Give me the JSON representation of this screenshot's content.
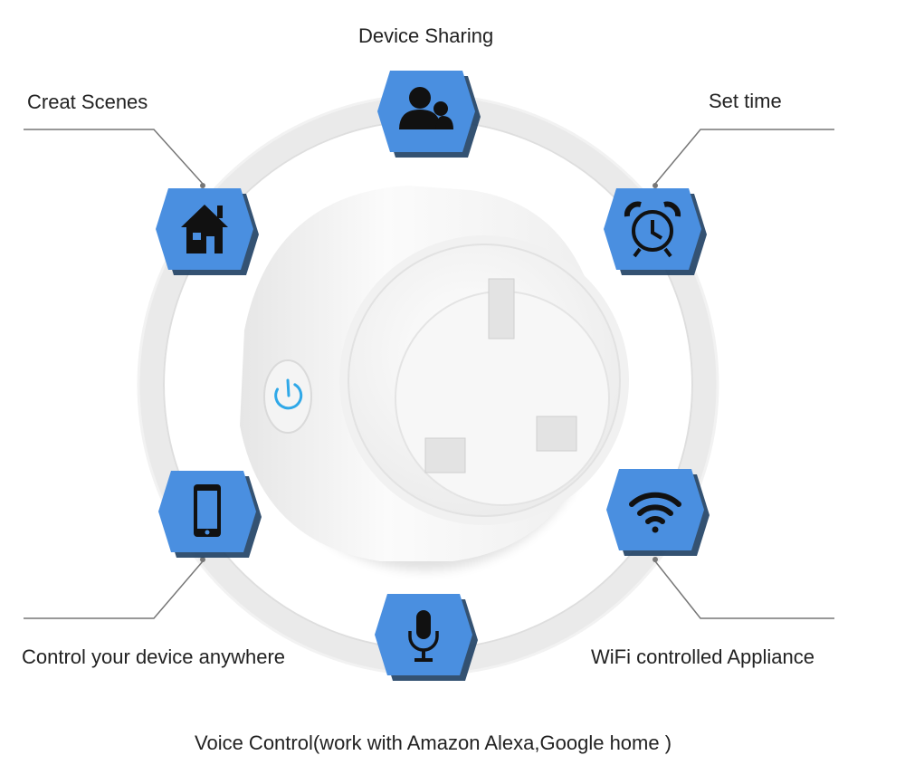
{
  "features": {
    "device_sharing": {
      "label": "Device Sharing",
      "icon": "user-group-icon"
    },
    "creat_scenes": {
      "label": "Creat Scenes",
      "icon": "home-icon"
    },
    "set_time": {
      "label": "Set time",
      "icon": "alarm-clock-icon"
    },
    "control_anywhere": {
      "label": "Control your device anywhere",
      "icon": "smartphone-icon"
    },
    "wifi_controlled": {
      "label": "WiFi controlled Appliance",
      "icon": "wifi-icon"
    },
    "voice_control": {
      "label": "Voice Control(work with Amazon Alexa,Google home )",
      "icon": "microphone-icon"
    }
  },
  "colors": {
    "hexagon_fill": "#4a8fe0",
    "hexagon_shadow": "#1e3f63",
    "icon": "#111111",
    "ring": "#e9e9e9",
    "power_button": "#2fa8e8"
  }
}
